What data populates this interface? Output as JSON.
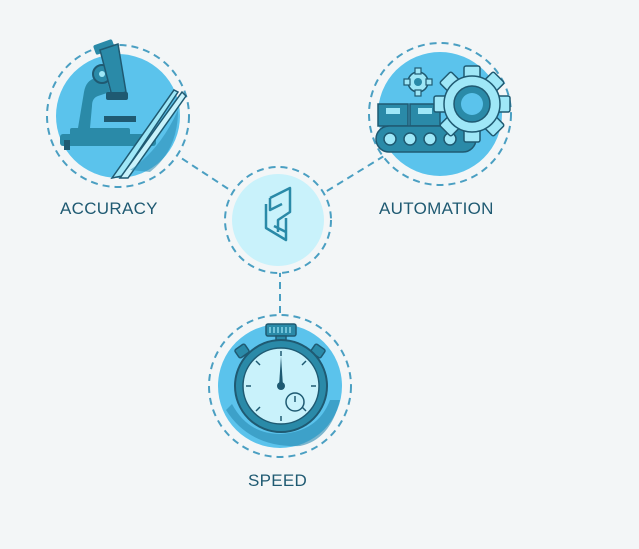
{
  "nodes": {
    "accuracy": {
      "label": "ACCURACY",
      "icon": "microscope-icon"
    },
    "automation": {
      "label": "AUTOMATION",
      "icon": "conveyor-gear-icon"
    },
    "speed": {
      "label": "SPEED",
      "icon": "stopwatch-icon"
    },
    "center": {
      "icon": "logo-icon"
    }
  },
  "colors": {
    "background": "#f3f6f7",
    "circle_fill": "#5bc3ec",
    "circle_dark": "#2a8bb3",
    "dashed_line": "#4a9fc2",
    "center_fill": "#c9f2fb",
    "ink": "#1f5a72",
    "icon_teal": "#2a8aa8",
    "icon_light": "#9fe7f7"
  }
}
